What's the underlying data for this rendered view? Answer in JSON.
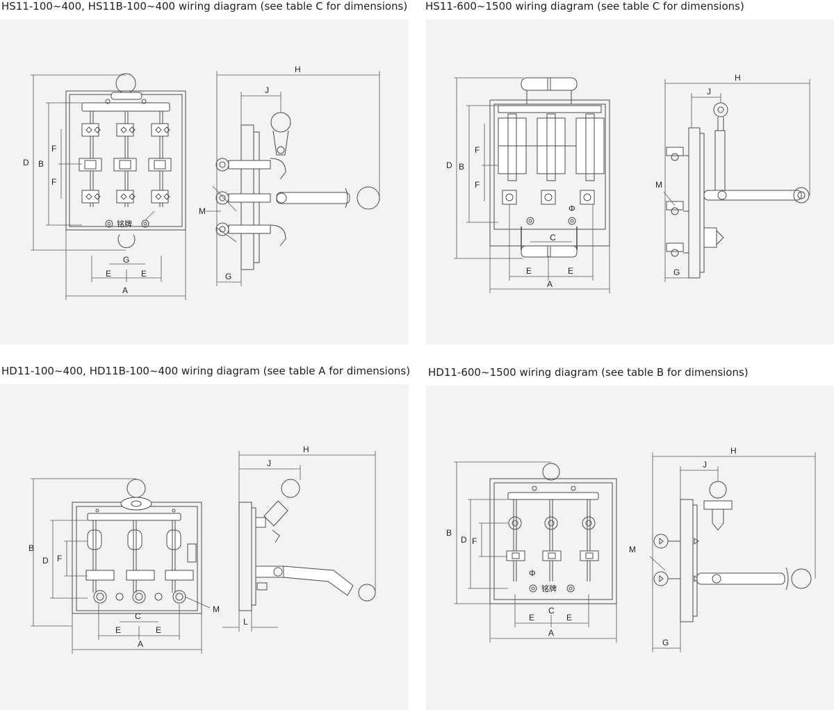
{
  "panels": [
    {
      "title": "HS11-100~400, HS11B-100~400 wiring diagram (see table C for dimensions)",
      "labels": {
        "A": "A",
        "B": "B",
        "D": "D",
        "E": "E",
        "F": "F",
        "G": "G",
        "H": "H",
        "J": "J",
        "M": "M",
        "nameplate": "铭牌"
      }
    },
    {
      "title": "HS11-600~1500 wiring diagram (see table C for dimensions)",
      "labels": {
        "A": "A",
        "B": "B",
        "C": "C",
        "D": "D",
        "E": "E",
        "F": "F",
        "G": "G",
        "H": "H",
        "J": "J",
        "M": "M",
        "phi": "Φ"
      }
    },
    {
      "title": "HD11-100~400, HD11B-100~400 wiring diagram (see table A for dimensions)",
      "labels": {
        "A": "A",
        "B": "B",
        "C": "C",
        "D": "D",
        "E": "E",
        "F": "F",
        "H": "H",
        "J": "J",
        "L": "L",
        "M": "M"
      }
    },
    {
      "title": "HD11-600~1500 wiring diagram (see table B for dimensions)",
      "labels": {
        "A": "A",
        "B": "B",
        "C": "C",
        "D": "D",
        "E": "E",
        "F": "F",
        "G": "G",
        "H": "H",
        "J": "J",
        "M": "M",
        "phi": "Φ",
        "nameplate": "铭牌"
      }
    }
  ],
  "colors": {
    "panel_bg": "#f3f3f3",
    "line": "#4a4a4a"
  }
}
